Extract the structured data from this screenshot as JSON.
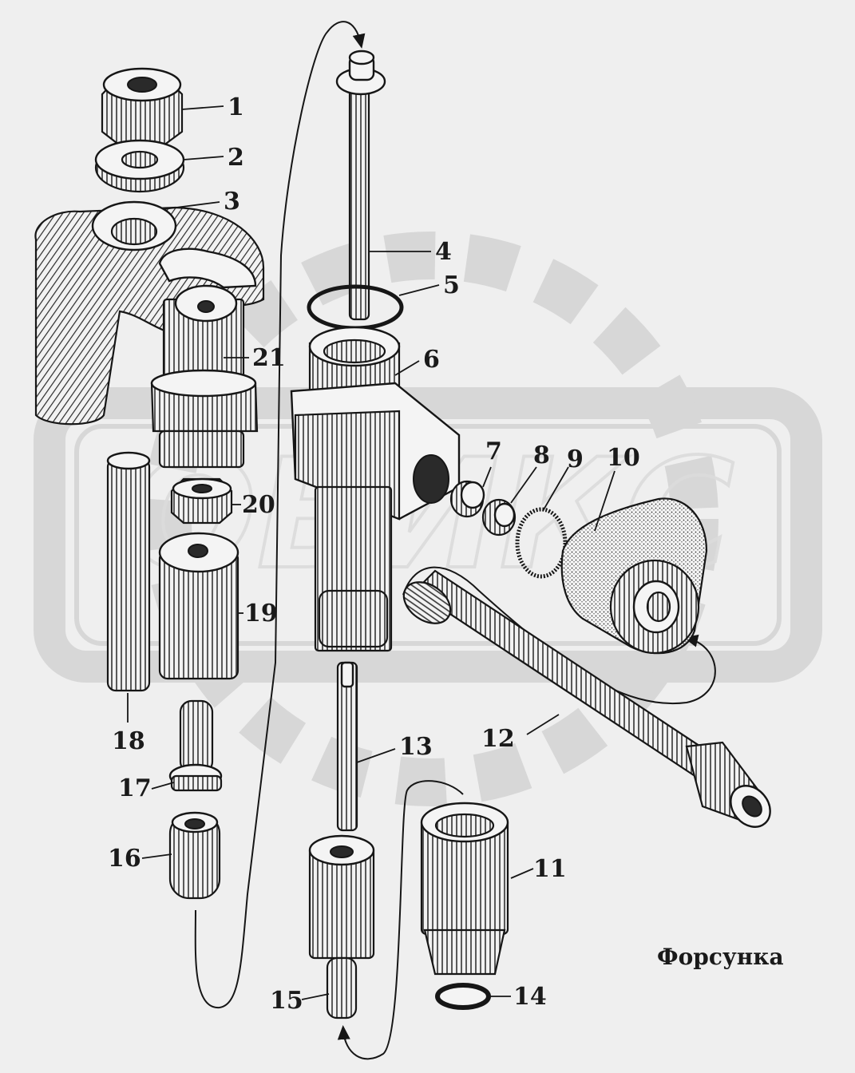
{
  "title": "Форсунка",
  "labels": {
    "l1": "1",
    "l2": "2",
    "l3": "3",
    "l4": "4",
    "l5": "5",
    "l6": "6",
    "l7": "7",
    "l8": "8",
    "l9": "9",
    "l10": "10",
    "l11": "11",
    "l12": "12",
    "l13": "13",
    "l14": "14",
    "l15": "15",
    "l16": "16",
    "l17": "17",
    "l18": "18",
    "l19": "19",
    "l20": "20",
    "l21": "21"
  },
  "watermark": "ОВИКС"
}
